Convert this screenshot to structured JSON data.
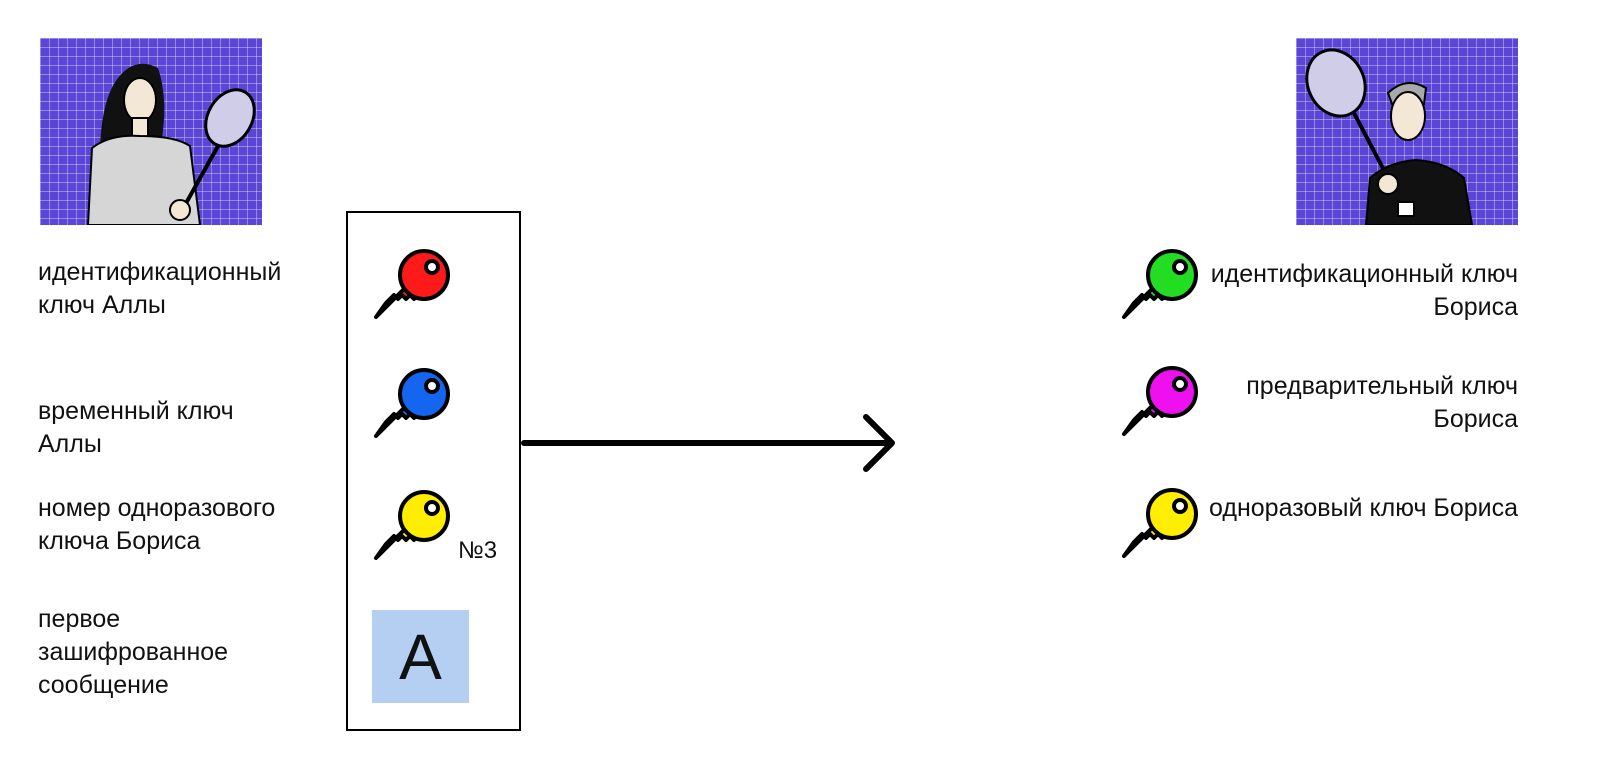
{
  "colors": {
    "portrait_bg": "#5b45d6",
    "key_red": "#ff1a1a",
    "key_blue": "#1466f0",
    "key_yellow": "#ffee00",
    "key_green": "#22dd22",
    "key_magenta": "#ee10ee",
    "message_box": "#b5cff3"
  },
  "left": {
    "identity_key_label": "идентификационный ключ Аллы",
    "ephemeral_key_label": "временный ключ Аллы",
    "onetime_key_number_label": "номер одноразового ключа Бориса",
    "first_message_label": "первое зашифрованное сообщение"
  },
  "message": {
    "onetime_key_number": "№3",
    "letter": "A"
  },
  "right": {
    "identity_key_label": "идентификационный ключ Бориса",
    "prekey_label": "предварительный ключ Бориса",
    "onetime_key_label": "одноразовый ключ Бориса"
  },
  "icons": {
    "alla": "alla-portrait-icon",
    "boris": "boris-portrait-icon",
    "key": "key-icon",
    "arrow": "arrow-right-icon"
  }
}
